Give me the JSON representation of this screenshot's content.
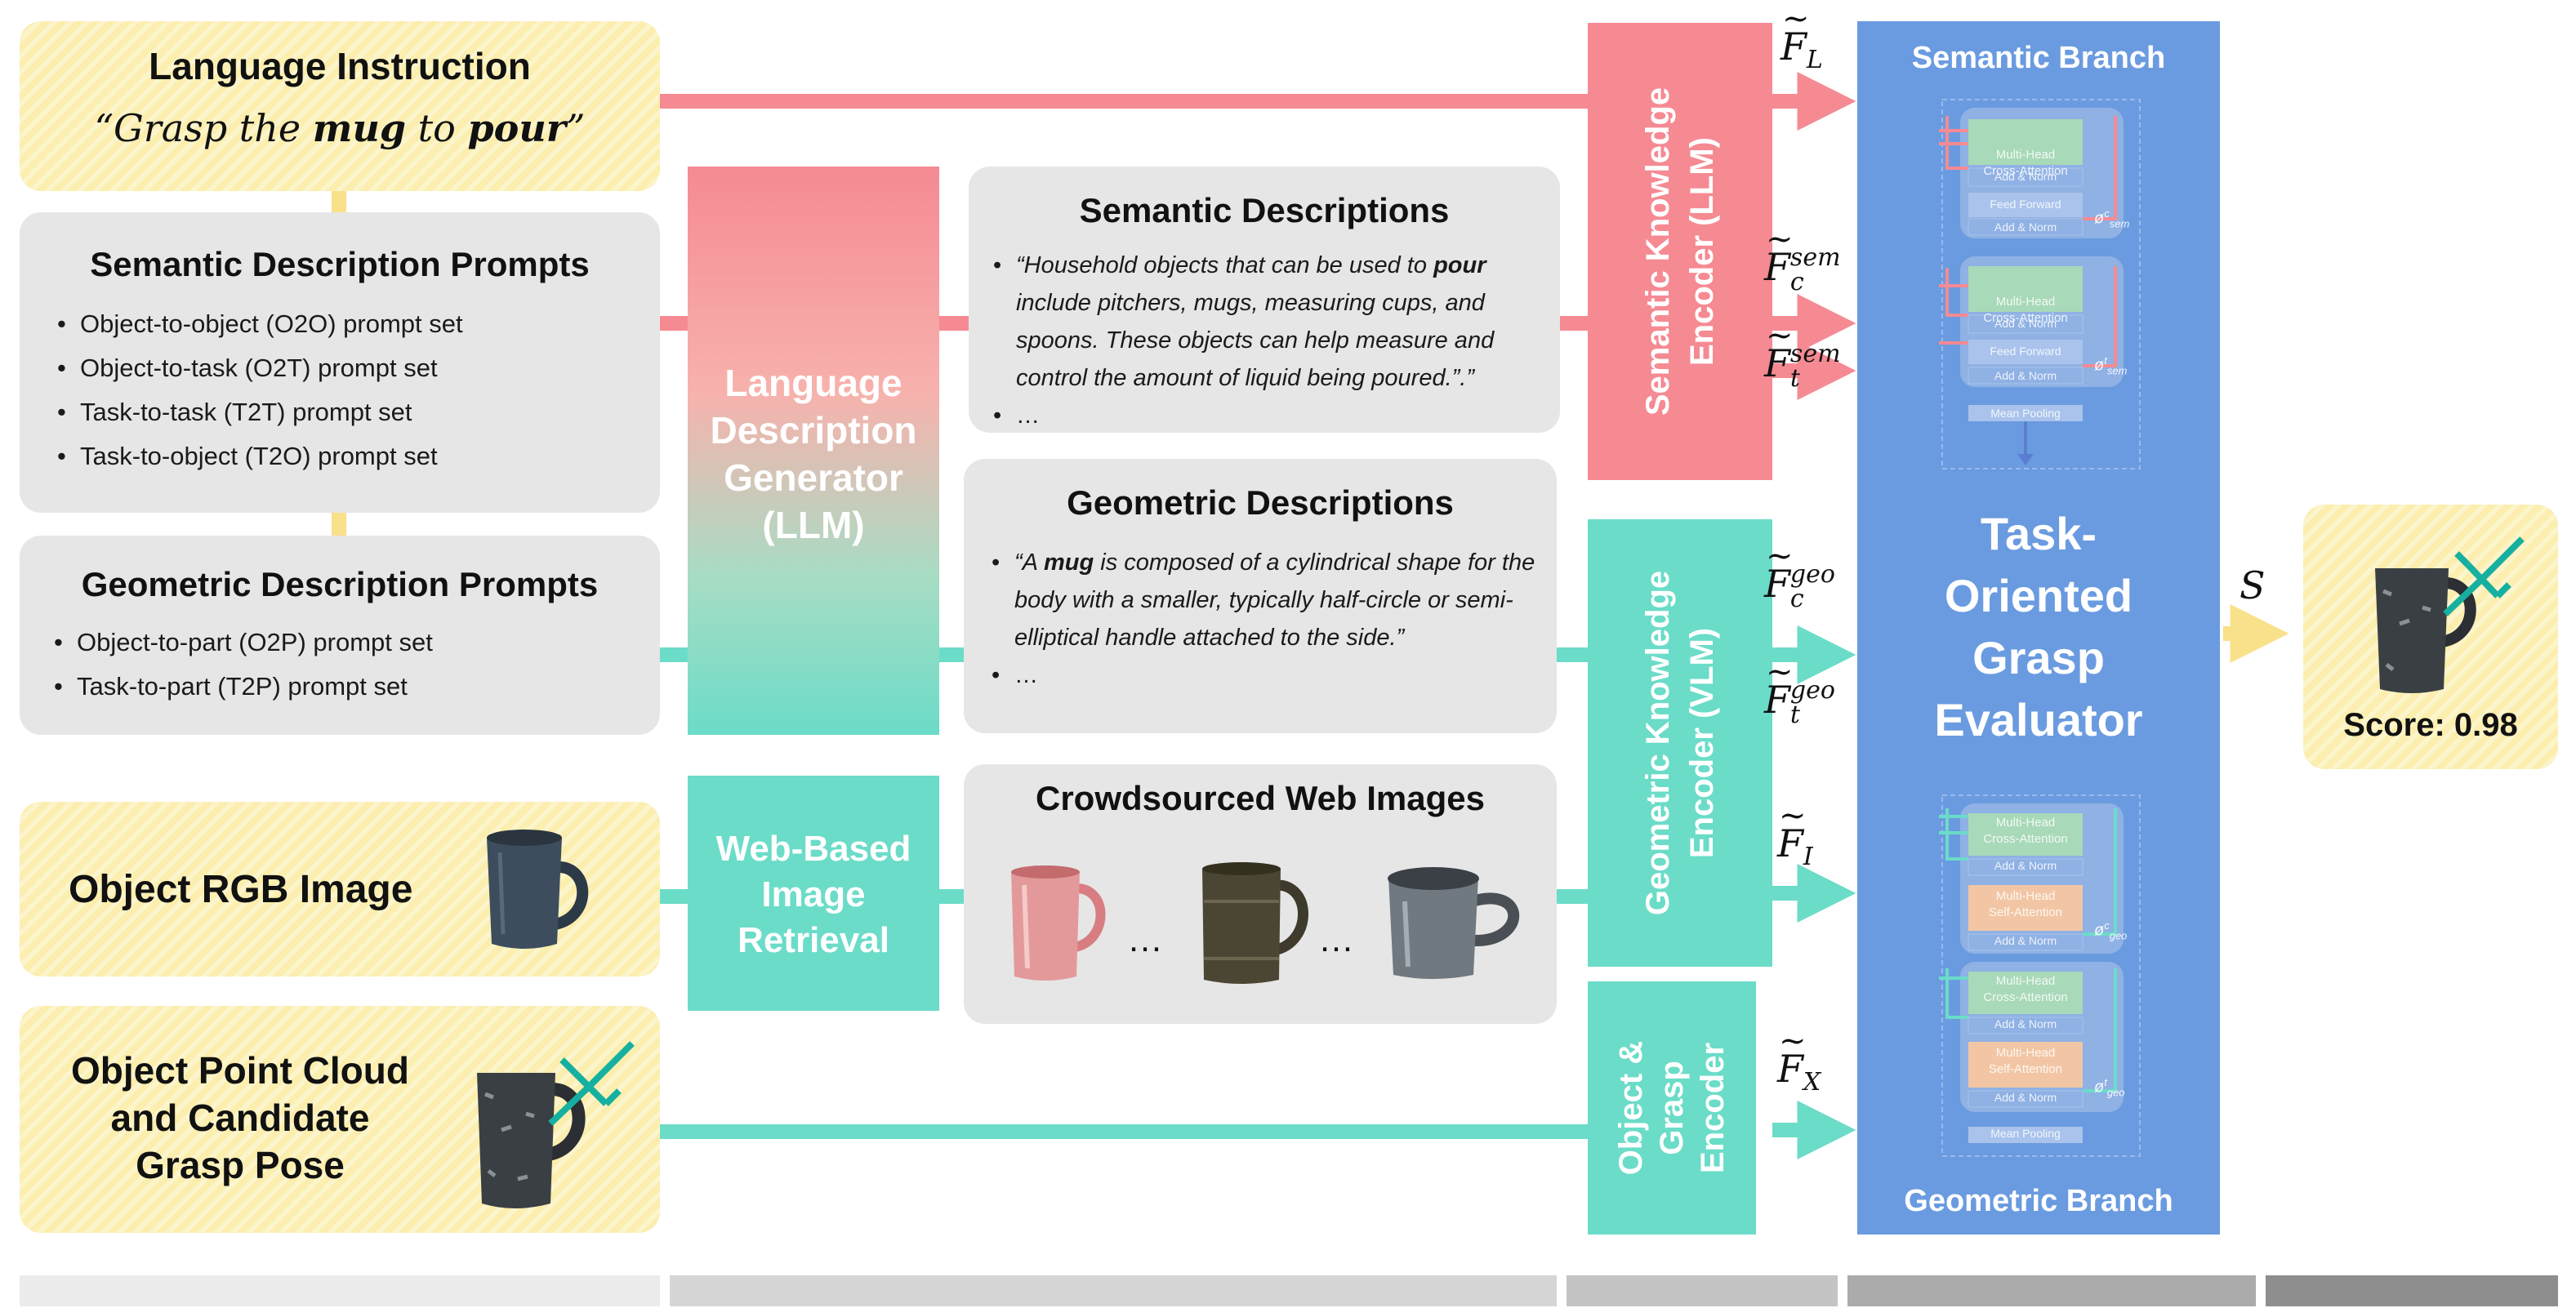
{
  "inputs": {
    "language_title": "Language Instruction",
    "instruction": {
      "pre": "“Grasp the ",
      "obj": "mug",
      "mid": " to ",
      "task": "pour",
      "post": "”"
    },
    "rgb_title": "Object RGB Image",
    "pc_title_lines": [
      "Object Point Cloud",
      "and Candidate",
      "Grasp Pose"
    ]
  },
  "prompts": {
    "semantic_title": "Semantic Description Prompts",
    "semantic_items": [
      "Object-to-object (O2O) prompt set",
      "Object-to-task (O2T) prompt set",
      "Task-to-task (T2T) prompt set",
      "Task-to-object (T2O) prompt set"
    ],
    "geometric_title": "Geometric Description Prompts",
    "geometric_items": [
      "Object-to-part (O2P) prompt set",
      "Task-to-part (T2P) prompt set"
    ]
  },
  "generators": {
    "ldg_lines": [
      "Language",
      "Description",
      "Generator",
      "(LLM)"
    ],
    "web_lines": [
      "Web-Based",
      "Image",
      "Retrieval"
    ]
  },
  "descriptions": {
    "semantic_title": "Semantic Descriptions",
    "semantic_text": {
      "pre": "“Household objects that can be used to ",
      "bold": "pour",
      "post": " include pitchers, mugs, measuring cups, and spoons. These objects can help measure and control the amount of liquid being poured.”.”"
    },
    "geometric_title": "Geometric Descriptions",
    "geometric_text": {
      "pre": "“A ",
      "bold": "mug",
      "post": " is composed of a cylindrical shape for the body with a smaller, typically half-circle or semi-elliptical handle attached to the side.”"
    },
    "ellipsis": "…",
    "web_images_title": "Crowdsourced Web Images",
    "dots": "…"
  },
  "encoders": {
    "semantic": [
      "Semantic Knowledge",
      "Encoder (LLM)"
    ],
    "geometric": [
      "Geometric Knowledge",
      "Encoder (VLM)"
    ],
    "grasp": [
      "Object &",
      "Grasp",
      "Encoder"
    ]
  },
  "features": {
    "F": "F",
    "L": "L",
    "c": "c",
    "t": "t",
    "I": "I",
    "X": "X",
    "sem": "sem",
    "geo": "geo",
    "S": "S"
  },
  "evaluator": {
    "semantic_branch": "Semantic Branch",
    "geometric_branch": "Geometric Branch",
    "title_lines": [
      "Task-",
      "Oriented",
      "Grasp",
      "Evaluator"
    ],
    "mha_cross": [
      "Multi-Head",
      "Cross-Attention"
    ],
    "mha_self": [
      "Multi-Head",
      "Self-Attention"
    ],
    "add_norm": "Add & Norm",
    "feed_forward": "Feed Forward",
    "mean_pooling": "Mean Pooling",
    "phi": "ø",
    "sem": "sem",
    "geo": "geo",
    "c": "c",
    "t": "t"
  },
  "output": {
    "score": "Score: 0.98"
  },
  "colors": {
    "red": "#f58a93",
    "teal": "#6bdcc8",
    "blue": "#6a9be0",
    "yellow": "#fbeeae",
    "gray": "#e6e6e6"
  }
}
